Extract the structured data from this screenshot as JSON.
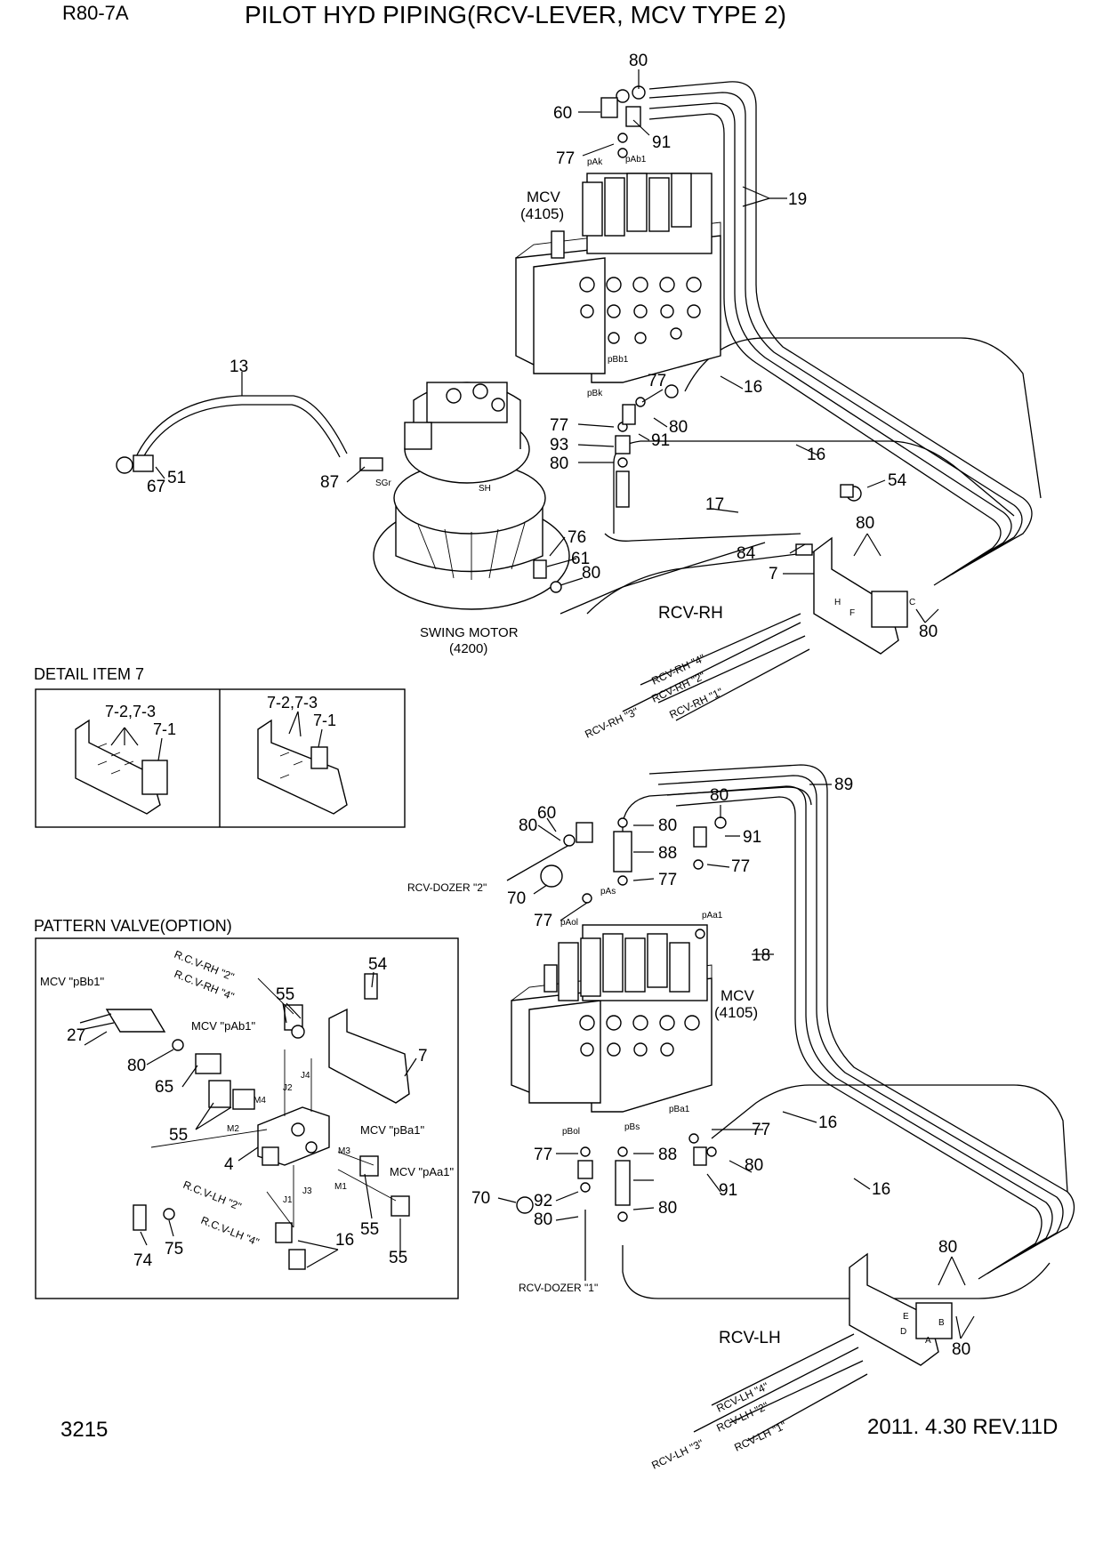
{
  "header": {
    "model": "R80-7A",
    "title": "PILOT HYD PIPING(RCV-LEVER, MCV TYPE 2)"
  },
  "footer": {
    "page_number": "3215",
    "revision": "2011. 4.30 REV.11D"
  },
  "sections": {
    "detail_item_7": "DETAIL ITEM 7",
    "pattern_valve": "PATTERN VALVE(OPTION)"
  },
  "components": {
    "mcv_upper": [
      "MCV",
      "(4105)"
    ],
    "mcv_lower": [
      "MCV",
      "(4105)"
    ],
    "swing_motor": [
      "SWING MOTOR",
      "(4200)"
    ],
    "rcv_rh": "RCV-RH",
    "rcv_lh": "RCV-LH"
  },
  "port_labels": {
    "upper": [
      "pAk",
      "pAb1",
      "pBb1",
      "pBk",
      "SGr",
      "SH"
    ],
    "lower": [
      "pAs",
      "pAa1",
      "pAol",
      "pBol",
      "pBs",
      "pBa1"
    ],
    "detail_7": [
      "H",
      "F",
      "C",
      "E",
      "B",
      "D",
      "A"
    ]
  },
  "callouts_upper": [
    "80",
    "60",
    "91",
    "77",
    "19",
    "13",
    "77",
    "16",
    "77",
    "91",
    "80",
    "93",
    "80",
    "16",
    "51",
    "67",
    "87",
    "17",
    "54",
    "80",
    "84",
    "7",
    "76",
    "61",
    "80",
    "80"
  ],
  "callouts_detail_7": [
    "7-2,7-3",
    "7-1",
    "7-2,7-3",
    "7-1"
  ],
  "callouts_lower": [
    "89",
    "80",
    "91",
    "80",
    "60",
    "80",
    "88",
    "77",
    "77",
    "70",
    "77",
    "18",
    "77",
    "16",
    "80",
    "91",
    "16",
    "77",
    "88",
    "80",
    "70",
    "92",
    "80",
    "80",
    "80"
  ],
  "callouts_pattern": [
    "55",
    "54",
    "27",
    "80",
    "65",
    "55",
    "4",
    "7",
    "55",
    "55",
    "74",
    "75"
  ],
  "pattern_text": [
    "MCV \"pBb1\"",
    "R.C.V-RH \"2\"",
    "R.C.V-RH \"4\"",
    "MCV \"pAb1\"",
    "MCV \"pBa1\"",
    "MCV \"pAa1\"",
    "R.C.V-LH \"2\"",
    "R.C.V-LH \"4\"",
    "J4",
    "J2",
    "M4",
    "M2",
    "M3",
    "M1",
    "J1",
    "J3"
  ],
  "hose_tags": {
    "rh": [
      "RCV-RH \"4\"",
      "RCV-RH \"2\"",
      "RCV-RH \"3\"",
      "RCV-RH \"1\""
    ],
    "lh": [
      "RCV-LH \"4\"",
      "RCV-LH \"2\"",
      "RCV-LH \"3\"",
      "RCV-LH \"1\""
    ],
    "dozer": [
      "RCV-DOZER \"2\"",
      "RCV-DOZER \"1\""
    ]
  }
}
